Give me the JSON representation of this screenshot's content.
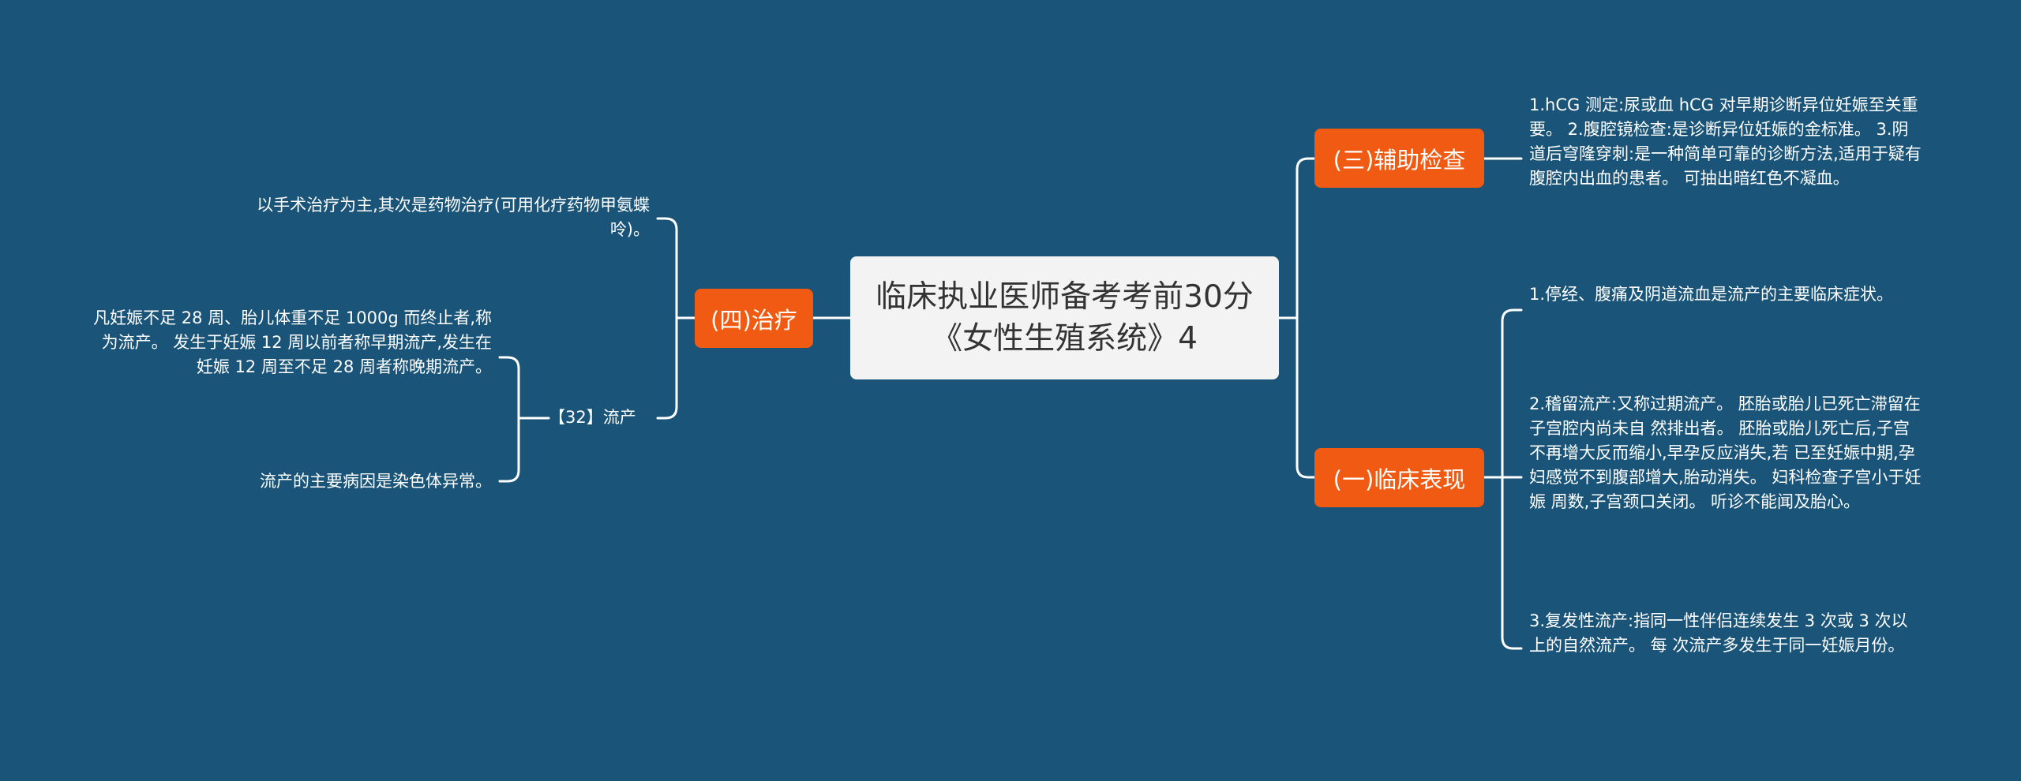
{
  "root": {
    "title": "临床执业医师备考考前30分《女性生殖系统》4"
  },
  "branches": {
    "aux_exam": {
      "label": "(三)辅助检查",
      "leaves": [
        "1.hCG 测定:尿或血 hCG 对早期诊断异位妊娠至关重要。 2.腹腔镜检查:是诊断异位妊娠的金标准。 3.阴道后穹隆穿刺:是一种简单可靠的诊断方法,适用于疑有腹腔内出血的患者。 可抽出暗红色不凝血。"
      ]
    },
    "clinical": {
      "label": "(一)临床表现",
      "leaves": [
        "1.停经、腹痛及阴道流血是流产的主要临床症状。",
        "2.稽留流产:又称过期流产。 胚胎或胎儿已死亡滞留在子宫腔内尚未自 然排出者。 胚胎或胎儿死亡后,子宫不再增大反而缩小,早孕反应消失,若 已至妊娠中期,孕妇感觉不到腹部增大,胎动消失。 妇科检查子宫小于妊娠 周数,子宫颈口关闭。 听诊不能闻及胎心。",
        "3.复发性流产:指同一性伴侣连续发生 3 次或 3 次以上的自然流产。 每 次流产多发生于同一妊娠月份。"
      ]
    },
    "treatment": {
      "label": "(四)治疗",
      "leaves": [
        "以手术治疗为主,其次是药物治疗(可用化疗药物甲氨蝶呤)。"
      ],
      "sub": {
        "label": "【32】流产",
        "leaves": [
          "凡妊娠不足 28 周、胎儿体重不足 1000g 而终止者,称为流产。 发生于妊娠 12 周以前者称早期流产,发生在妊娠 12 周至不足 28 周者称晚期流产。",
          "流产的主要病因是染色体异常。"
        ]
      }
    }
  },
  "colors": {
    "background": "#1a5579",
    "branch": "#f05a12",
    "root_fill": "#f3f3f3",
    "line": "#ffffff"
  }
}
